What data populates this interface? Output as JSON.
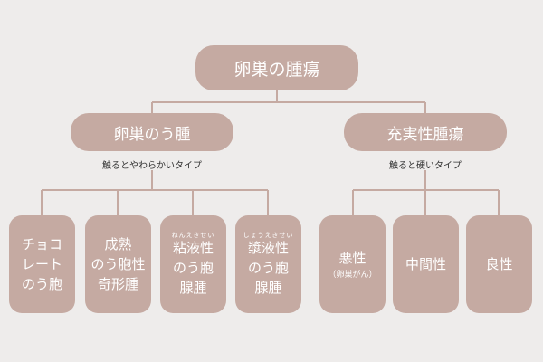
{
  "root": {
    "label": "卵巣の腫瘍"
  },
  "cystic": {
    "label": "卵巣のう腫",
    "note": "触るとやわらかいタイプ",
    "children": [
      {
        "lines": [
          "チョコ",
          "レート",
          "のう胞"
        ]
      },
      {
        "lines": [
          "成熟",
          "のう胞性",
          "奇形腫"
        ]
      },
      {
        "ruby": "ねんえきせい",
        "lines": [
          "粘液性",
          "のう胞",
          "腺腫"
        ]
      },
      {
        "ruby": "しょうえきせい",
        "lines": [
          "漿液性",
          "のう胞",
          "腺腫"
        ]
      }
    ]
  },
  "solid": {
    "label": "充実性腫瘍",
    "note": "触ると硬いタイプ",
    "children": [
      {
        "lines": [
          "悪性"
        ],
        "sub": "（卵巣がん）"
      },
      {
        "lines": [
          "中間性"
        ]
      },
      {
        "lines": [
          "良性"
        ]
      }
    ]
  },
  "colors": {
    "box": "#c5aaa2",
    "line": "#c5aaa2",
    "background": "#eeeceb"
  }
}
